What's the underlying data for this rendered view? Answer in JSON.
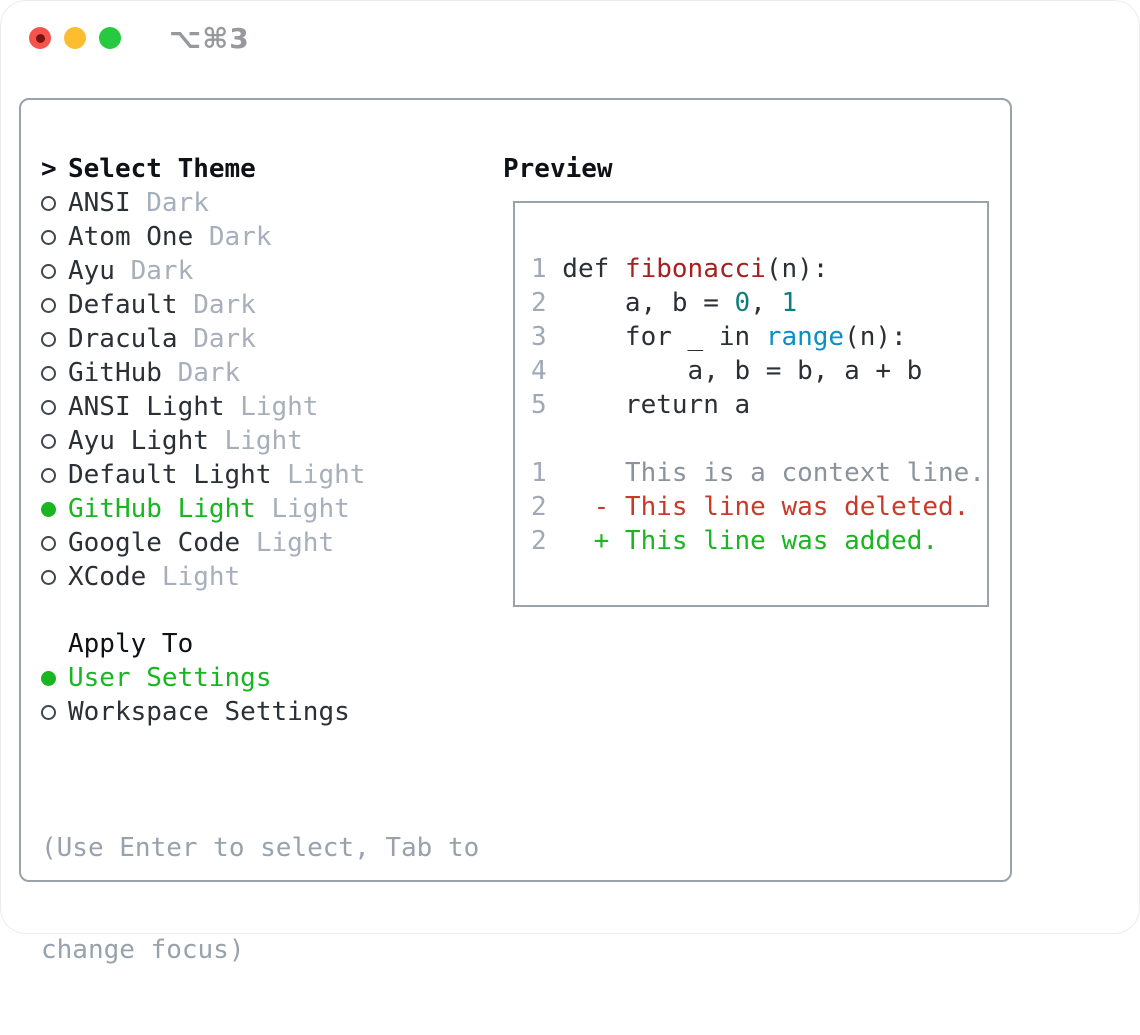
{
  "window": {
    "title": "⌥⌘3",
    "traffic_lights": [
      {
        "name": "close",
        "color": "#f4534e"
      },
      {
        "name": "minimize",
        "color": "#fcbd2f"
      },
      {
        "name": "zoom",
        "color": "#27c93f"
      }
    ]
  },
  "theme_list": {
    "header": {
      "marker": ">",
      "label": "Select Theme"
    },
    "items": [
      {
        "name": "ANSI",
        "variant": "Dark",
        "selected": false
      },
      {
        "name": "Atom One",
        "variant": "Dark",
        "selected": false
      },
      {
        "name": "Ayu",
        "variant": "Dark",
        "selected": false
      },
      {
        "name": "Default",
        "variant": "Dark",
        "selected": false
      },
      {
        "name": "Dracula",
        "variant": "Dark",
        "selected": false
      },
      {
        "name": "GitHub",
        "variant": "Dark",
        "selected": false
      },
      {
        "name": "ANSI Light",
        "variant": "Light",
        "selected": false
      },
      {
        "name": "Ayu Light",
        "variant": "Light",
        "selected": false
      },
      {
        "name": "Default Light",
        "variant": "Light",
        "selected": false
      },
      {
        "name": "GitHub Light",
        "variant": "Light",
        "selected": true
      },
      {
        "name": "Google Code",
        "variant": "Light",
        "selected": false
      },
      {
        "name": "XCode",
        "variant": "Light",
        "selected": false
      }
    ]
  },
  "apply_to": {
    "header": "Apply To",
    "options": [
      {
        "name": "User Settings",
        "selected": true
      },
      {
        "name": "Workspace Settings",
        "selected": false
      }
    ]
  },
  "hint": {
    "line1": "(Use Enter to select, Tab to",
    "line2": "change focus)"
  },
  "preview": {
    "header": "Preview",
    "lines": [
      [
        {
          "t": "1",
          "c": "num"
        },
        {
          "t": " def ",
          "c": "code"
        },
        {
          "t": "fibonacci",
          "c": "func"
        },
        {
          "t": "(n):",
          "c": "code"
        }
      ],
      [
        {
          "t": "2",
          "c": "num"
        },
        {
          "t": "     a, b = ",
          "c": "code"
        },
        {
          "t": "0",
          "c": "lit"
        },
        {
          "t": ", ",
          "c": "code"
        },
        {
          "t": "1",
          "c": "lit"
        }
      ],
      [
        {
          "t": "3",
          "c": "num"
        },
        {
          "t": "     for _ in ",
          "c": "code"
        },
        {
          "t": "range",
          "c": "builtin"
        },
        {
          "t": "(n):",
          "c": "code"
        }
      ],
      [
        {
          "t": "4",
          "c": "num"
        },
        {
          "t": "         a, b = b, a + b",
          "c": "code"
        }
      ],
      [
        {
          "t": "5",
          "c": "num"
        },
        {
          "t": "     return a",
          "c": "code"
        }
      ],
      [],
      [
        {
          "t": "1",
          "c": "num"
        },
        {
          "t": "     This is a context line.",
          "c": "context"
        }
      ],
      [
        {
          "t": "2",
          "c": "num"
        },
        {
          "t": "   ",
          "c": "code"
        },
        {
          "t": "- This line was deleted.",
          "c": "deleted"
        }
      ],
      [
        {
          "t": "2",
          "c": "num"
        },
        {
          "t": "   ",
          "c": "code"
        },
        {
          "t": "+ This line was added.",
          "c": "added"
        }
      ]
    ]
  },
  "colors": {
    "accent_green": "#19b622",
    "text_dark": "#2b3036",
    "header_black": "#0e1116",
    "muted_gray": "#a6afbb",
    "hint_gray": "#98a2ad",
    "line_number_gray": "#a0a9b5",
    "context_gray": "#8b939c",
    "function_red": "#a81f1f",
    "literal_teal": "#0d7d7d",
    "builtin_blue": "#0a8fc7",
    "deleted_red": "#c93a2b",
    "added_green": "#19b622",
    "border_gray": "#9aa2ac",
    "title_gray": "#96989c",
    "traffic_red": "#f4534e",
    "traffic_yellow": "#fcbd2f",
    "traffic_green": "#27c93f"
  }
}
